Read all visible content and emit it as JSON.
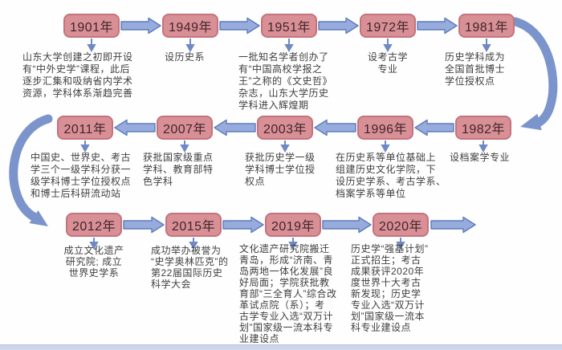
{
  "colors": {
    "year_box_fill": "#d98f96",
    "year_box_border": "#c4737c",
    "year_text": "#40262a",
    "arrow_fill": "#97abdc",
    "arrow_border": "#5d7cbb",
    "connector_blue": "#7b94cb",
    "body_text": "#3f3f3f",
    "bottom_strip": "#ccd6e8",
    "background": "#fefefe"
  },
  "events": {
    "y1901": {
      "year": "1901年",
      "desc": "山东大学创建之初即开设\n有“中外史学”课程，此后\n逐步汇集和吸纳省内学术\n资源，学科体系渐趋完善"
    },
    "y1949": {
      "year": "1949年",
      "desc": "设历史系"
    },
    "y1951": {
      "year": "1951年",
      "desc": "一批知名学者创办了\n有“中国高校学报之\n王”之称的《文史哲》\n杂志，山东大学历史\n学科进入辉煌期"
    },
    "y1972": {
      "year": "1972年",
      "desc": "设考古学\n专业"
    },
    "y1981": {
      "year": "1981年",
      "desc": "历史学科成为\n全国首批博士\n学位授权点"
    },
    "y2011": {
      "year": "2011年",
      "desc": "中国史、世界史、考古\n学三个一级学科分获一\n级学科博士学位授权点\n和博士后科研流动站"
    },
    "y2007": {
      "year": "2007年",
      "desc": "获批国家级重点\n学科、教育部特\n色学科"
    },
    "y2003": {
      "year": "2003年",
      "desc": "获批历史学一级\n学科博士学位授\n权点"
    },
    "y1996": {
      "year": "1996年",
      "desc": "在历史系等单位基础上\n组建历史文化学院，下\n设历史学系、考古学系、\n档案学系等单位"
    },
    "y1982": {
      "year": "1982年",
      "desc": "设档案学专业"
    },
    "y2012": {
      "year": "2012年",
      "desc": "成立文化遗产\n研究院; 成立\n世界史学系"
    },
    "y2015": {
      "year": "2015年",
      "desc": "成功举办被誉为\n“史学奥林匹克”的\n第22届国际历史\n科学大会"
    },
    "y2019": {
      "year": "2019年",
      "desc": "文化遗产研究院搬迁\n青岛，形成“济南、青\n岛两地一体化发展”良\n好局面；学院获批教\n育部“三全育人”综合改\n革试点院（系）；考\n古学专业入选“双万计\n划”国家级一流本科专\n业建设点"
    },
    "y2020": {
      "year": "2020年",
      "desc": "历史学“强基计划”\n正式招生；考古\n成果获评2020年\n度世界十大考古\n新发现；历史学\n专业入选“双万计\n划”国家级一流本\n科专业建设点"
    }
  }
}
